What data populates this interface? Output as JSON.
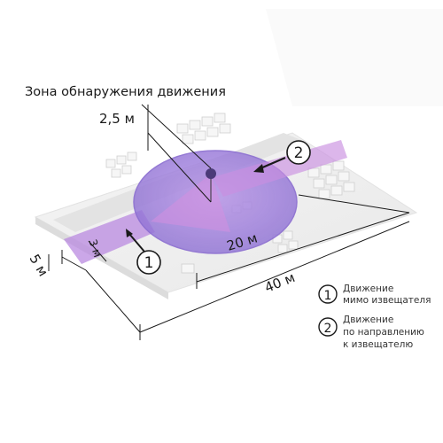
{
  "title": "Зона обнаружения движения",
  "labels": {
    "height": "2,5 м",
    "radius": "20 м",
    "length": "40 м",
    "width": "5 м",
    "corridor": "3 м"
  },
  "markers": {
    "m1": "1",
    "m2": "2"
  },
  "legend": [
    {
      "num": "1",
      "lines": [
        "Движение",
        "мимо извещателя"
      ]
    },
    {
      "num": "2",
      "lines": [
        "Движение",
        "по направлению",
        "к извещателю"
      ]
    }
  ],
  "colors": {
    "zone_fill": "#9a7fd6",
    "zone_edge": "#8a6cd0",
    "beam": "#c98fe0",
    "sensor": "#4b3a78",
    "dimension_line": "#1a1a1a",
    "floor": "#eeeeee"
  }
}
